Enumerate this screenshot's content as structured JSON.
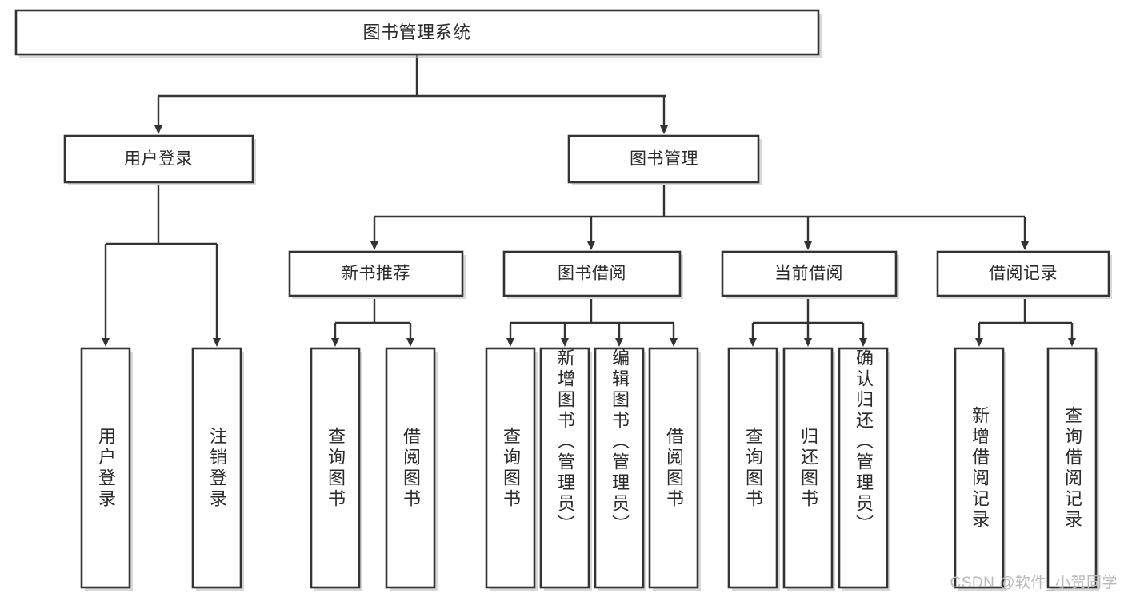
{
  "diagram": {
    "type": "tree",
    "title": "图书管理系统",
    "root": {
      "label": "图书管理系统"
    },
    "level2": [
      {
        "label": "用户登录"
      },
      {
        "label": "图书管理"
      }
    ],
    "level3": [
      {
        "label": "新书推荐"
      },
      {
        "label": "图书借阅"
      },
      {
        "label": "当前借阅"
      },
      {
        "label": "借阅记录"
      }
    ],
    "leaves": {
      "user_login": [
        "用户登录",
        "注销登录"
      ],
      "new_book": [
        "查询图书",
        "借阅图书"
      ],
      "book_borrow": [
        "查询图书",
        "新增图书（管理员）",
        "编辑图书（管理员）",
        "借阅图书"
      ],
      "current_borrow": [
        "查询图书",
        "归还图书",
        "确认归还（管理员）"
      ],
      "borrow_record": [
        "新增借阅记录",
        "查询借阅记录"
      ]
    },
    "colors": {
      "box_stroke": "#333333",
      "box_fill": "#ffffff",
      "connector": "#333333",
      "text": "#2b2b2b",
      "watermark": "#b9b9b9",
      "background": "#ffffff"
    }
  },
  "watermark": {
    "text": "CSDN @软件_小贺同学"
  }
}
